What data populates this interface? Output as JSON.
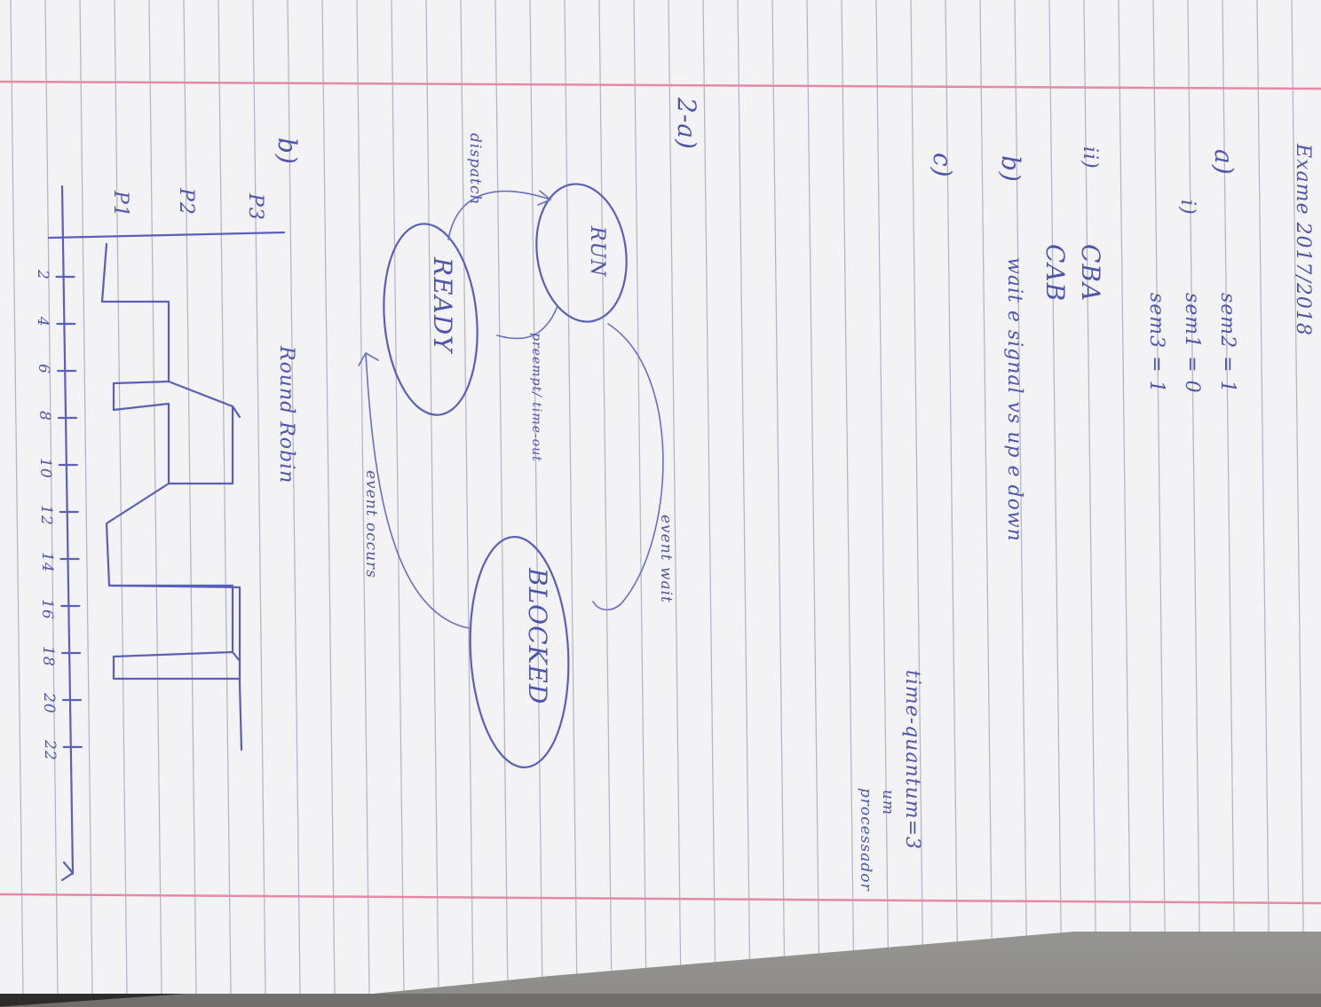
{
  "page_title": "Exame 2017/2018",
  "section_a": {
    "label": "a)",
    "sub_i": "i)",
    "sem_lines": [
      "sem2 = 1",
      "sem1 = 0",
      "sem3 = 1"
    ],
    "sub_ii": "ii)",
    "orders": [
      "CBA",
      "CAB"
    ],
    "b_label": "b)",
    "b_text": "wait e signal vs up e down",
    "c_label": "c)"
  },
  "section_2": {
    "label": "2-a)",
    "states": [
      "RUN",
      "READY",
      "BLOCKED"
    ],
    "transitions": [
      "dispatch",
      "preempt/ time-out",
      "event wait",
      "event occurs"
    ]
  },
  "section_b": {
    "label": "b)",
    "algorithm": "Round Robin",
    "note_line1": "time-quantum=3",
    "note_line2": "um",
    "note_line3": "processador",
    "processes": [
      "P3",
      "P2",
      "P1"
    ],
    "ticks": [
      "2",
      "4",
      "6",
      "8",
      "10",
      "12",
      "14",
      "16",
      "18",
      "20",
      "22"
    ]
  }
}
